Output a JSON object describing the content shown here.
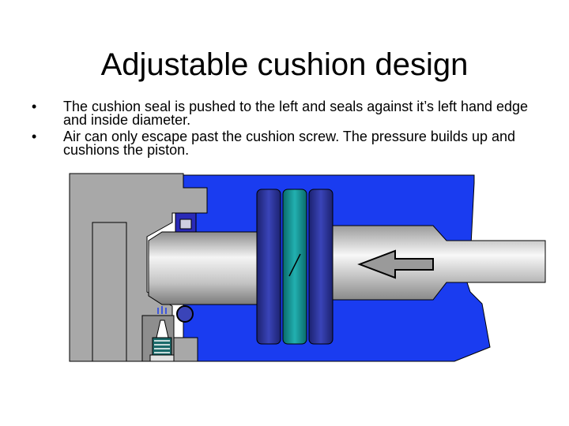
{
  "slide": {
    "title": "Adjustable cushion design",
    "bullets": [
      "The cushion seal is pushed to the left and seals against it’s left hand edge and inside diameter.",
      "Air can only escape past the cushion screw. The pressure builds up and cushions the piston."
    ],
    "bullet_symbol": "•"
  },
  "colors": {
    "cylinder_blue": "#1a3cf0",
    "body_gray": "#a8a8a8",
    "rod_gray": "#c8c8c8",
    "seal_navy": "#242c8c",
    "seal_teal": "#0e8a8a",
    "outline": "#000000"
  },
  "diagram": {
    "flow_direction": "left",
    "parts": [
      "end-cap",
      "cylinder-barrel",
      "piston",
      "piston-rod",
      "cushion-seal",
      "cushion-screw",
      "direction-arrow"
    ]
  }
}
